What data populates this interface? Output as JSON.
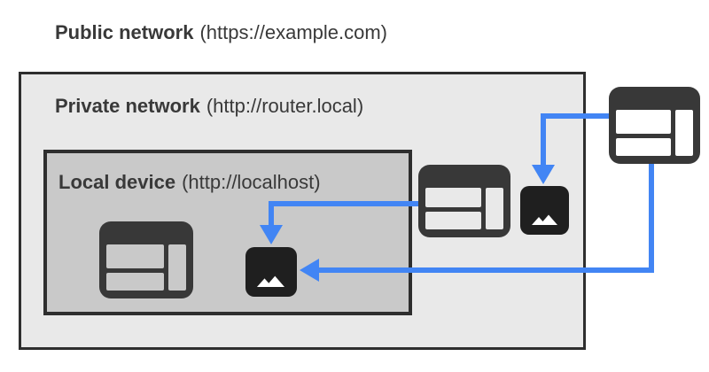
{
  "public_network": {
    "name": "Public network",
    "url": "(https://example.com)"
  },
  "private_network": {
    "name": "Private network",
    "url": "(http://router.local)"
  },
  "local_device": {
    "name": "Local device",
    "url": "(http://localhost)"
  },
  "icons": {
    "public_browser": "browser-window",
    "private_browser": "browser-window",
    "local_browser": "browser-window",
    "private_image": "image-resource",
    "local_image": "image-resource"
  },
  "arrows": [
    {
      "from": "private-network-browser",
      "to": "local-device-image",
      "type": "request"
    },
    {
      "from": "public-network-browser",
      "to": "private-network-image",
      "type": "request"
    },
    {
      "from": "public-network-browser",
      "to": "local-device-image",
      "type": "request"
    }
  ],
  "colors": {
    "canvas_bg": "#ffffff",
    "text": "#393939",
    "box_border": "#2e2e2e",
    "private_fill": "#e9e9e9",
    "local_fill": "#c9c9c9",
    "browser_icon": "#383838",
    "image_icon": "#1f1f1f",
    "mountain": "#ffffff",
    "arrow_blue": "#4285f4"
  }
}
